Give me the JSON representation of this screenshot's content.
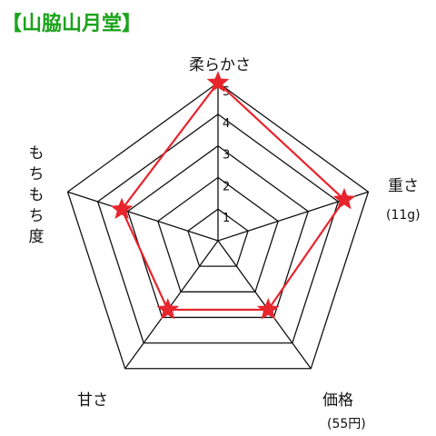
{
  "title": "【山脇山月堂】",
  "colors": {
    "title": "#1aa31a",
    "series": "#e8242c",
    "grid": "#111111"
  },
  "chart_data": {
    "type": "radar",
    "axes": [
      {
        "label": "柔らかさ",
        "sub": ""
      },
      {
        "label": "重さ",
        "sub": "(11g)"
      },
      {
        "label": "価格",
        "sub": "(55円)"
      },
      {
        "label": "甘さ",
        "sub": ""
      },
      {
        "label": "もちもち度",
        "sub": ""
      }
    ],
    "ticks": [
      "1",
      "2",
      "3",
      "4",
      "5"
    ],
    "range": [
      0,
      5
    ],
    "values": [
      5,
      4.2,
      2.7,
      2.7,
      3.2
    ],
    "marker": "star"
  }
}
